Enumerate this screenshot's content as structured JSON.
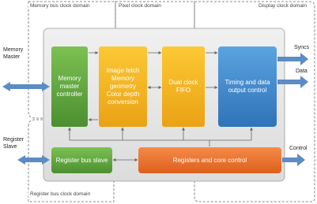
{
  "domains": {
    "memory_bus": "Memory bus clock domain",
    "pixel": "Pixel clock domain",
    "display": "Display clock domain",
    "register_bus": "Register bus clock domain"
  },
  "external": {
    "memory_master": "Memory\nMaster",
    "register_slave": "Register\nSlave",
    "syncs": "Syncs",
    "data": "Data",
    "control": "Control"
  },
  "blocks": {
    "memory_master_controller": "Memory\nmaster\ncontroller",
    "image_fetch": "Image fetch\nMemory\ngeometry\nColor depth\nconversion",
    "dual_clock_fifo": "Dual clock\nFIFO",
    "timing_output": "Timing and data\noutput control",
    "register_bus_slave": "Register bus slave",
    "registers_core": "Registers and core control"
  },
  "colors": {
    "green": "#5c9e3c",
    "yellow": "#f2b21b",
    "blue": "#3d86c9",
    "orange": "#e86f2a",
    "arrow": "#4e80b8",
    "panel": "#e6e6e6"
  }
}
